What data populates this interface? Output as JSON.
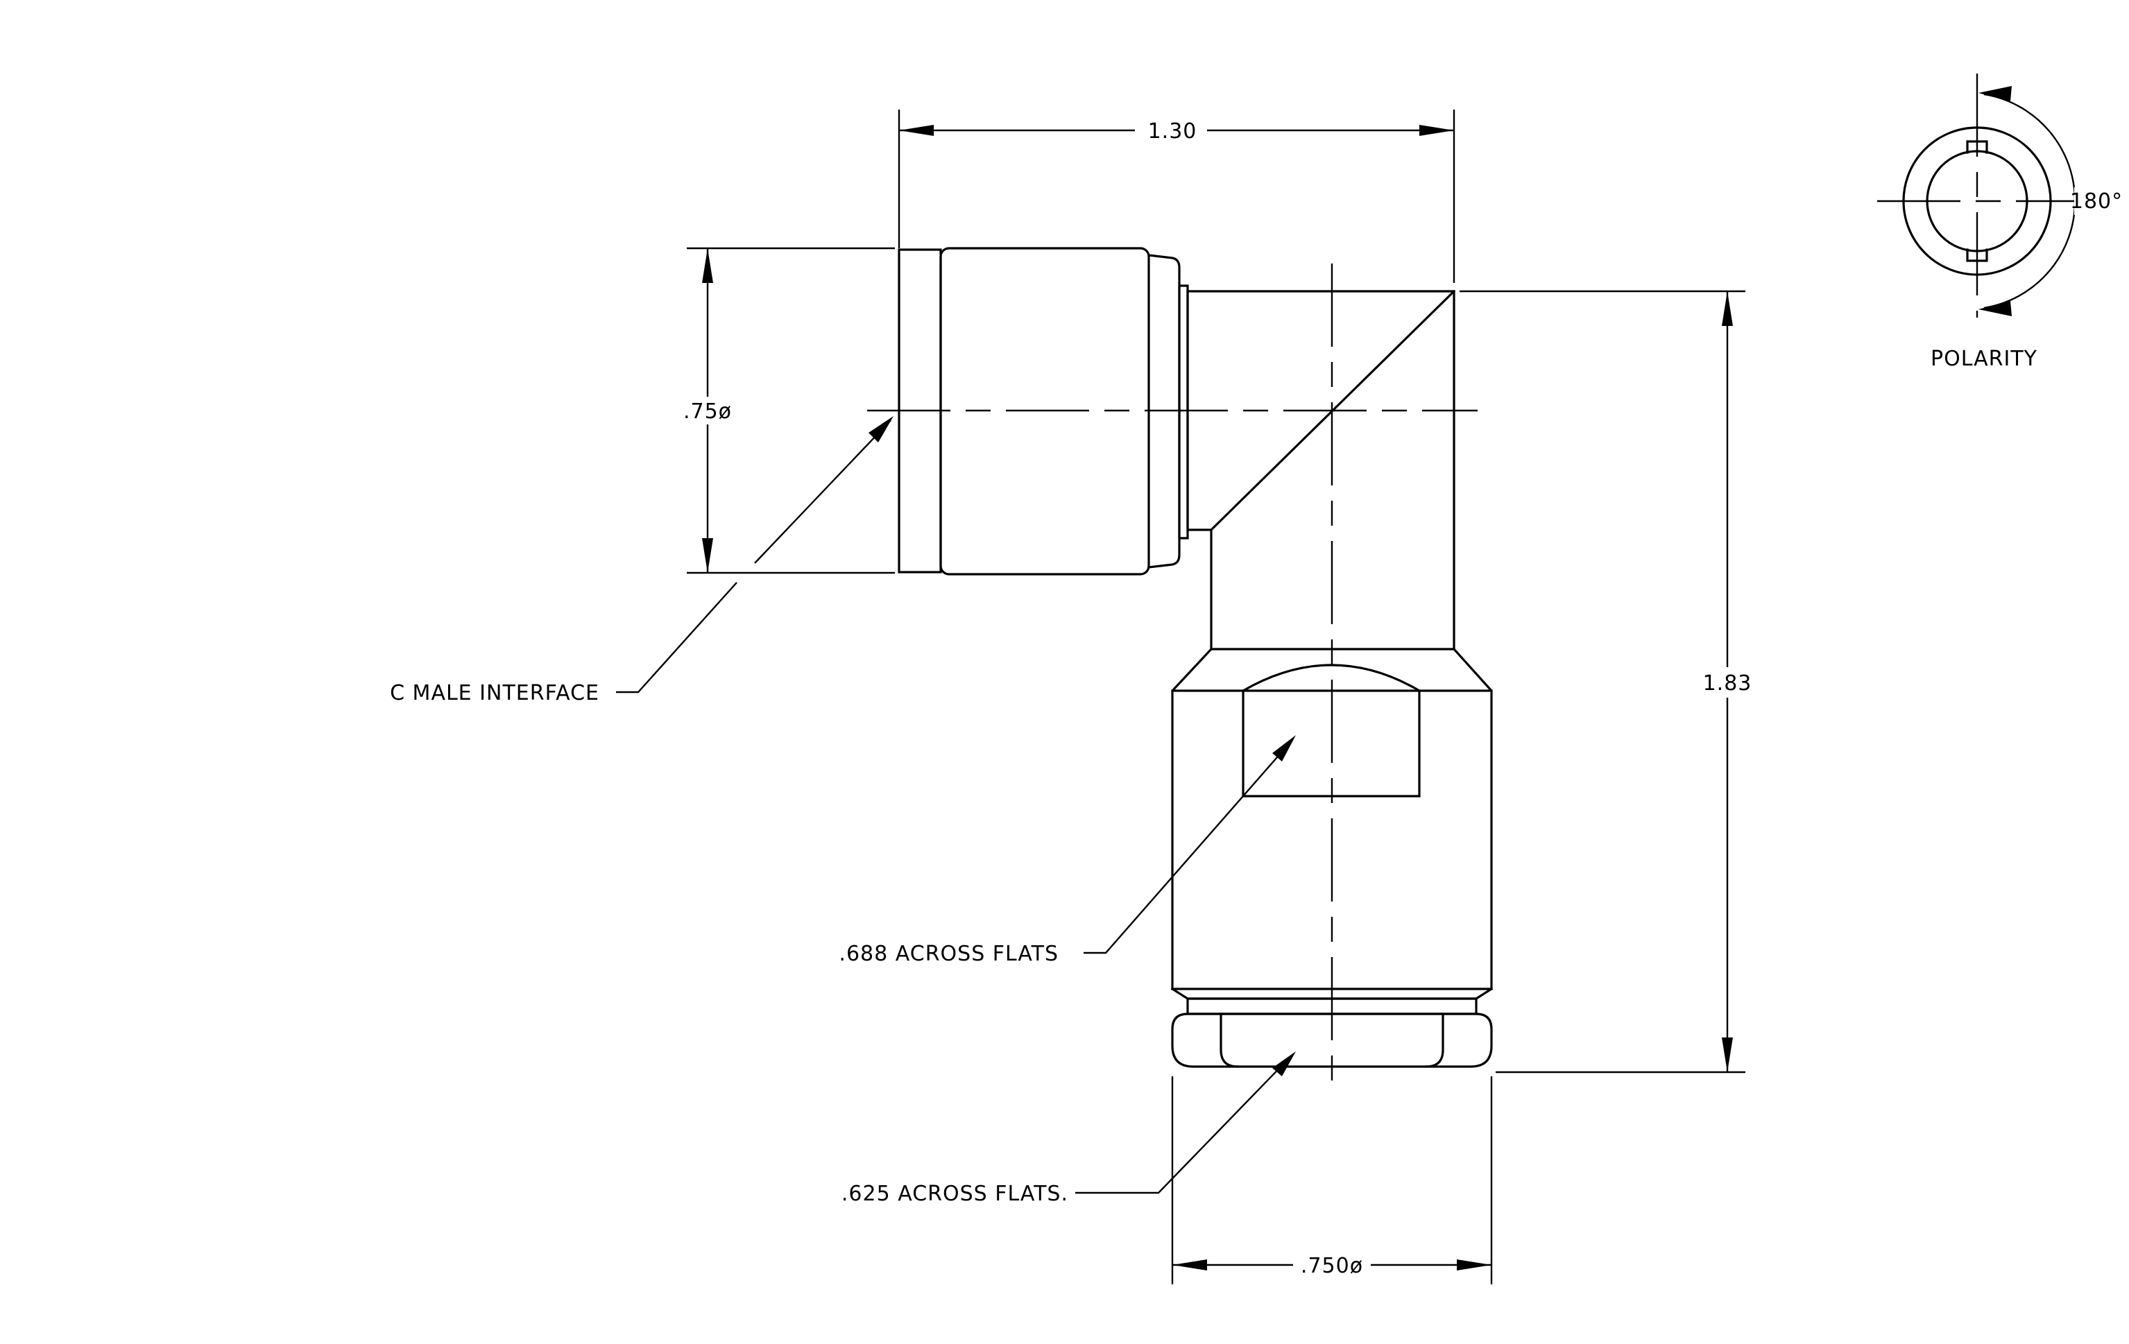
{
  "dimensions": {
    "length": "1.30",
    "diameter_front": ".75ø",
    "height": "1.83",
    "diameter_bottom": ".750ø"
  },
  "callouts": {
    "interface": "C  MALE  INTERFACE",
    "hex_flats": ".688  ACROSS  FLATS",
    "nut_flats": ".625  ACROSS  FLATS."
  },
  "polarity": {
    "label": "POLARITY",
    "angle": "180°"
  }
}
